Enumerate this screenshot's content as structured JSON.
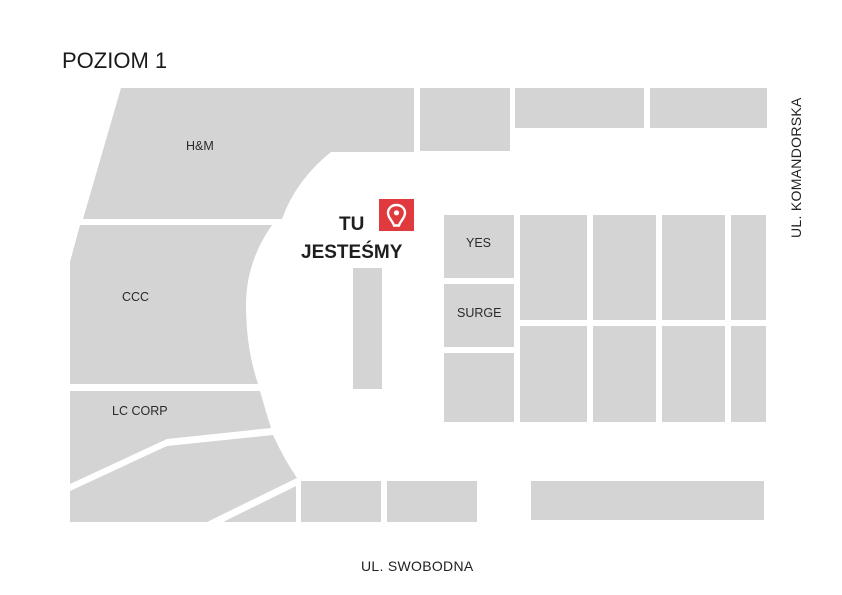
{
  "map": {
    "level_title": "POZIOM 1",
    "you_are_here": {
      "line1": "TU",
      "line2": "JESTEŚMY",
      "marker_color": "#e03a3e",
      "icon": "location-pin-icon"
    },
    "streets": {
      "bottom": "UL. SWOBODNA",
      "right": "UL. KOMANDORSKA"
    },
    "stores": {
      "hm": "H&M",
      "ccc": "CCC",
      "lc_corp": "LC CORP",
      "yes": "YES",
      "surge": "SURGE"
    },
    "colors": {
      "store_fill": "#d4d4d4",
      "background": "#ffffff",
      "marker": "#e03a3e"
    }
  }
}
